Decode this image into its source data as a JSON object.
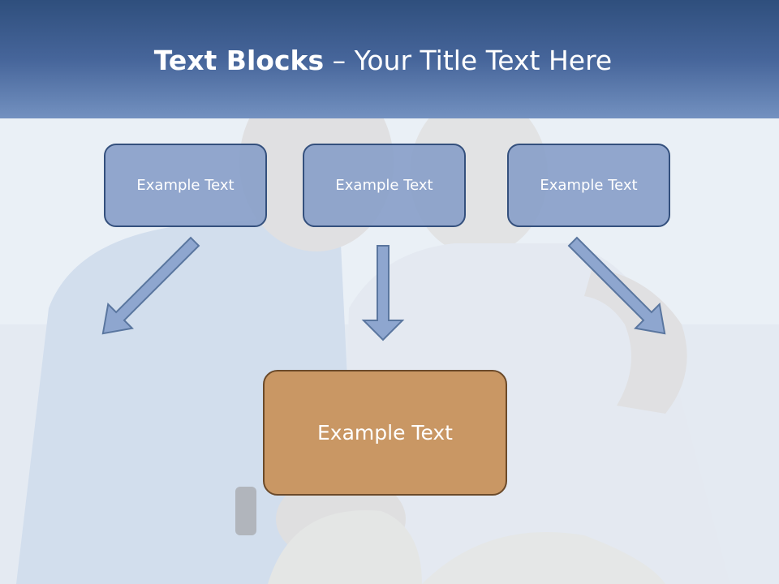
{
  "title": {
    "bold_part": "Text Blocks",
    "separator": " – ",
    "light_part": "Your Title Text Here"
  },
  "blocks": {
    "top": [
      {
        "label": "Example Text"
      },
      {
        "label": "Example Text"
      },
      {
        "label": "Example Text"
      }
    ],
    "bottom": {
      "label": "Example Text"
    }
  },
  "colors": {
    "title_bar_top": "#2f4f7d",
    "title_bar_bottom": "#7391c0",
    "small_block_fill": "#89a0c9",
    "small_block_border": "#34507d",
    "main_block_fill": "#c99764",
    "main_block_border": "#6b4a2a",
    "arrow_fill": "#8ea6cf",
    "arrow_stroke": "#5a769f"
  }
}
